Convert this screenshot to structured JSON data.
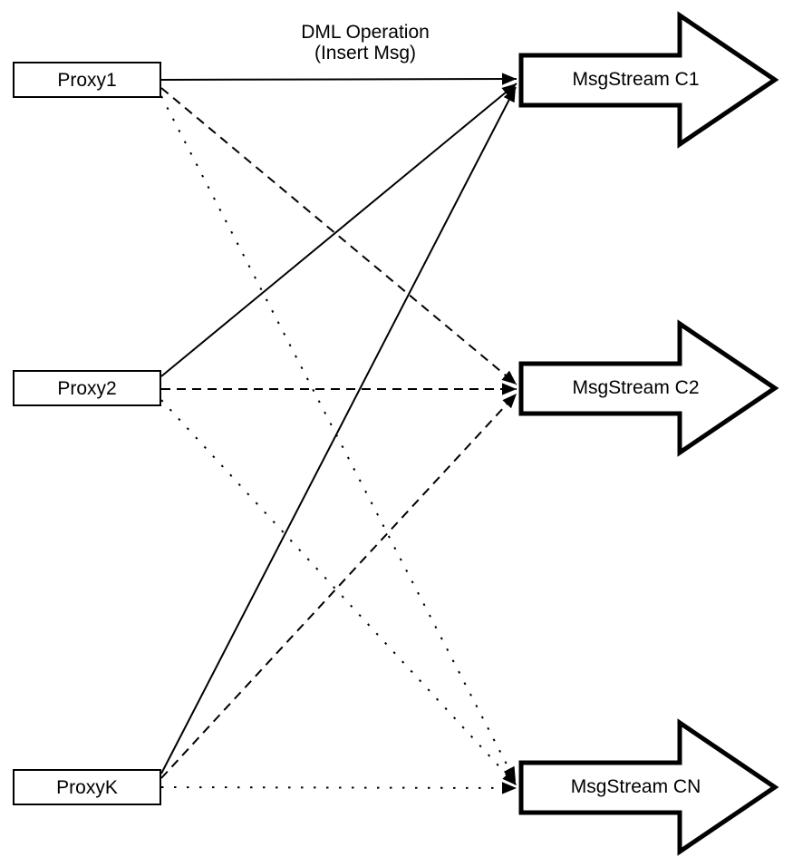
{
  "diagram": {
    "title_label": {
      "line1": "DML Operation",
      "line2": "(Insert Msg)"
    },
    "proxies": [
      {
        "label": "Proxy1"
      },
      {
        "label": "Proxy2"
      },
      {
        "label": "ProxyK"
      }
    ],
    "streams": [
      {
        "label": "MsgStream C1"
      },
      {
        "label": "MsgStream C2"
      },
      {
        "label": "MsgStream CN"
      }
    ],
    "edges": [
      {
        "from": "Proxy1",
        "to": "MsgStream C1",
        "style": "solid"
      },
      {
        "from": "Proxy2",
        "to": "MsgStream C1",
        "style": "solid"
      },
      {
        "from": "ProxyK",
        "to": "MsgStream C1",
        "style": "solid"
      },
      {
        "from": "Proxy1",
        "to": "MsgStream C2",
        "style": "dashed"
      },
      {
        "from": "Proxy2",
        "to": "MsgStream C2",
        "style": "dashed"
      },
      {
        "from": "ProxyK",
        "to": "MsgStream C2",
        "style": "dashed"
      },
      {
        "from": "Proxy1",
        "to": "MsgStream CN",
        "style": "dotted"
      },
      {
        "from": "Proxy2",
        "to": "MsgStream CN",
        "style": "dotted"
      },
      {
        "from": "ProxyK",
        "to": "MsgStream CN",
        "style": "dotted"
      }
    ],
    "colors": {
      "stroke": "#000000",
      "background": "#ffffff"
    }
  }
}
